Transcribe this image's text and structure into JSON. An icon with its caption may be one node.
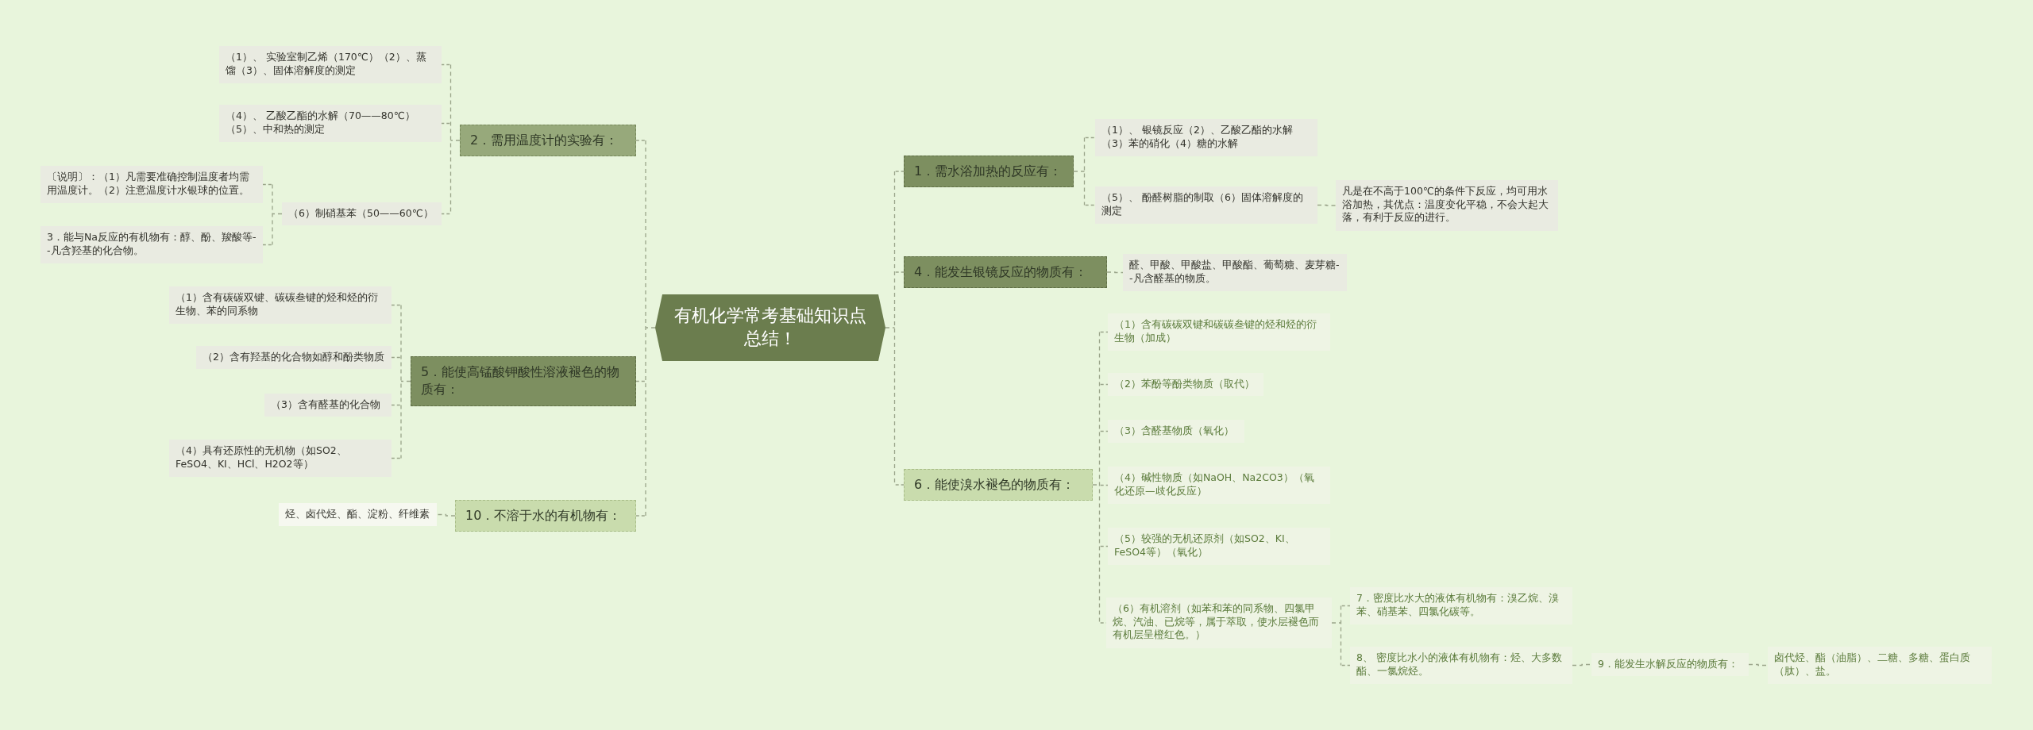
{
  "diagram": {
    "nodes": [
      {
        "text": [
          "有机化学常考基础知识点总结！"
        ]
      },
      {
        "text": [
          "1．需水浴加热的反应有："
        ]
      },
      {
        "text": [
          "（1）、 银镜反应（2）、乙酸乙酯的水解（3）苯的硝化（4）糖的水解"
        ]
      },
      {
        "text": [
          "（5）、 酚醛树脂的制取（6）固体溶解度的测定"
        ]
      },
      {
        "text": [
          "凡是在不高于100℃的条件下反应，均可用水浴加热，其优点：温度变化平稳，不会大起大落，有利于反应的进行。"
        ]
      },
      {
        "text": [
          "2．需用温度计的实验有："
        ]
      },
      {
        "text": [
          "（1）、 实验室制乙烯（170℃）（2）、蒸馏（3）、固体溶解度的测定"
        ]
      },
      {
        "text": [
          "（4）、 乙酸乙酯的水解（70——80℃）（5）、中和热的测定"
        ]
      },
      {
        "text": [
          "（6）制硝基苯（50——60℃）"
        ]
      },
      {
        "text": [
          "〔说明〕：（1）凡需要准确控制温度者均需用温度计。（2）注意温度计水银球的位置。"
        ]
      },
      {
        "text": [
          "3．能与Na反应的有机物有：醇、酚、羧酸等--凡含羟基的化合物。"
        ]
      },
      {
        "text": [
          "4．能发生银镜反应的物质有："
        ]
      },
      {
        "text": [
          "醛、甲酸、甲酸盐、甲酸酯、葡萄糖、麦芽糖--凡含醛基的物质。"
        ]
      },
      {
        "text": [
          "5．能使高锰酸钾酸性溶液褪色的物质有："
        ]
      },
      {
        "text": [
          "（1）含有碳碳双键、碳碳叁键的烃和烃的衍生物、苯的同系物"
        ]
      },
      {
        "text": [
          "（2）含有羟基的化合物如醇和酚类物质"
        ]
      },
      {
        "text": [
          "（3）含有醛基的化合物"
        ]
      },
      {
        "text": [
          "（4）具有还原性的无机物（如SO2、FeSO4、KI、HCl、H2O2等）"
        ]
      },
      {
        "text": [
          "6．能使溴水褪色的物质有："
        ]
      },
      {
        "text": [
          "（1）含有碳碳双键和碳碳叁键的烃和烃的衍生物（加成）"
        ]
      },
      {
        "text": [
          "（2）苯酚等酚类物质（取代）"
        ]
      },
      {
        "text": [
          "（3）含醛基物质（氧化）"
        ]
      },
      {
        "text": [
          "（4）碱性物质（如NaOH、Na2CO3）（氧化还原—歧化反应）"
        ]
      },
      {
        "text": [
          "（5）较强的无机还原剂（如SO2、KI、FeSO4等）（氧化）"
        ]
      },
      {
        "text": [
          "（6）有机溶剂（如苯和苯的同系物、四氯甲烷、汽油、已烷等，属于萃取，使水层褪色而有机层呈橙红色。）"
        ]
      },
      {
        "text": [
          "7．密度比水大的液体有机物有：溴乙烷、溴苯、硝基苯、四氯化碳等。"
        ]
      },
      {
        "text": [
          "8、 密度比水小的液体有机物有：烃、大多数酯、一氯烷烃。"
        ]
      },
      {
        "text": [
          "9．能发生水解反应的物质有："
        ]
      },
      {
        "text": [
          "卤代烃、酯（油脂）、二糖、多糖、蛋白质（肽）、盐。"
        ]
      },
      {
        "text": [
          "10．不溶于水的有机物有："
        ]
      },
      {
        "text": [
          "烃、卤代烃、酯、淀粉、纤维素"
        ]
      }
    ],
    "edges": [
      {
        "from": 0,
        "to": 1,
        "arrow": "none",
        "style": "dashed"
      },
      {
        "from": 1,
        "to": 2,
        "arrow": "none",
        "style": "dashed"
      },
      {
        "from": 1,
        "to": 3,
        "arrow": "none",
        "style": "dashed"
      },
      {
        "from": 3,
        "to": 4,
        "arrow": "none",
        "style": "dashed"
      },
      {
        "from": 0,
        "to": 5,
        "arrow": "none",
        "style": "dashed"
      },
      {
        "from": 5,
        "to": 6,
        "arrow": "none",
        "style": "dashed"
      },
      {
        "from": 5,
        "to": 7,
        "arrow": "none",
        "style": "dashed"
      },
      {
        "from": 5,
        "to": 8,
        "arrow": "none",
        "style": "dashed"
      },
      {
        "from": 8,
        "to": 9,
        "arrow": "none",
        "style": "dashed"
      },
      {
        "from": 8,
        "to": 10,
        "arrow": "none",
        "style": "dashed"
      },
      {
        "from": 0,
        "to": 11,
        "arrow": "none",
        "style": "dashed"
      },
      {
        "from": 11,
        "to": 12,
        "arrow": "none",
        "style": "dashed"
      },
      {
        "from": 0,
        "to": 13,
        "arrow": "none",
        "style": "dashed"
      },
      {
        "from": 13,
        "to": 14,
        "arrow": "none",
        "style": "dashed"
      },
      {
        "from": 13,
        "to": 15,
        "arrow": "none",
        "style": "dashed"
      },
      {
        "from": 13,
        "to": 16,
        "arrow": "none",
        "style": "dashed"
      },
      {
        "from": 13,
        "to": 17,
        "arrow": "none",
        "style": "dashed"
      },
      {
        "from": 0,
        "to": 18,
        "arrow": "none",
        "style": "dashed"
      },
      {
        "from": 18,
        "to": 19,
        "arrow": "none",
        "style": "dashed"
      },
      {
        "from": 18,
        "to": 20,
        "arrow": "none",
        "style": "dashed"
      },
      {
        "from": 18,
        "to": 21,
        "arrow": "none",
        "style": "dashed"
      },
      {
        "from": 18,
        "to": 22,
        "arrow": "none",
        "style": "dashed"
      },
      {
        "from": 18,
        "to": 23,
        "arrow": "none",
        "style": "dashed"
      },
      {
        "from": 18,
        "to": 24,
        "arrow": "none",
        "style": "dashed"
      },
      {
        "from": 24,
        "to": 25,
        "arrow": "none",
        "style": "dashed"
      },
      {
        "from": 24,
        "to": 26,
        "arrow": "none",
        "style": "dashed"
      },
      {
        "from": 26,
        "to": 27,
        "arrow": "none",
        "style": "dashed"
      },
      {
        "from": 27,
        "to": 28,
        "arrow": "none",
        "style": "dashed"
      },
      {
        "from": 0,
        "to": 29,
        "arrow": "none",
        "style": "dashed"
      },
      {
        "from": 29,
        "to": 30,
        "arrow": "none",
        "style": "dashed"
      }
    ]
  }
}
